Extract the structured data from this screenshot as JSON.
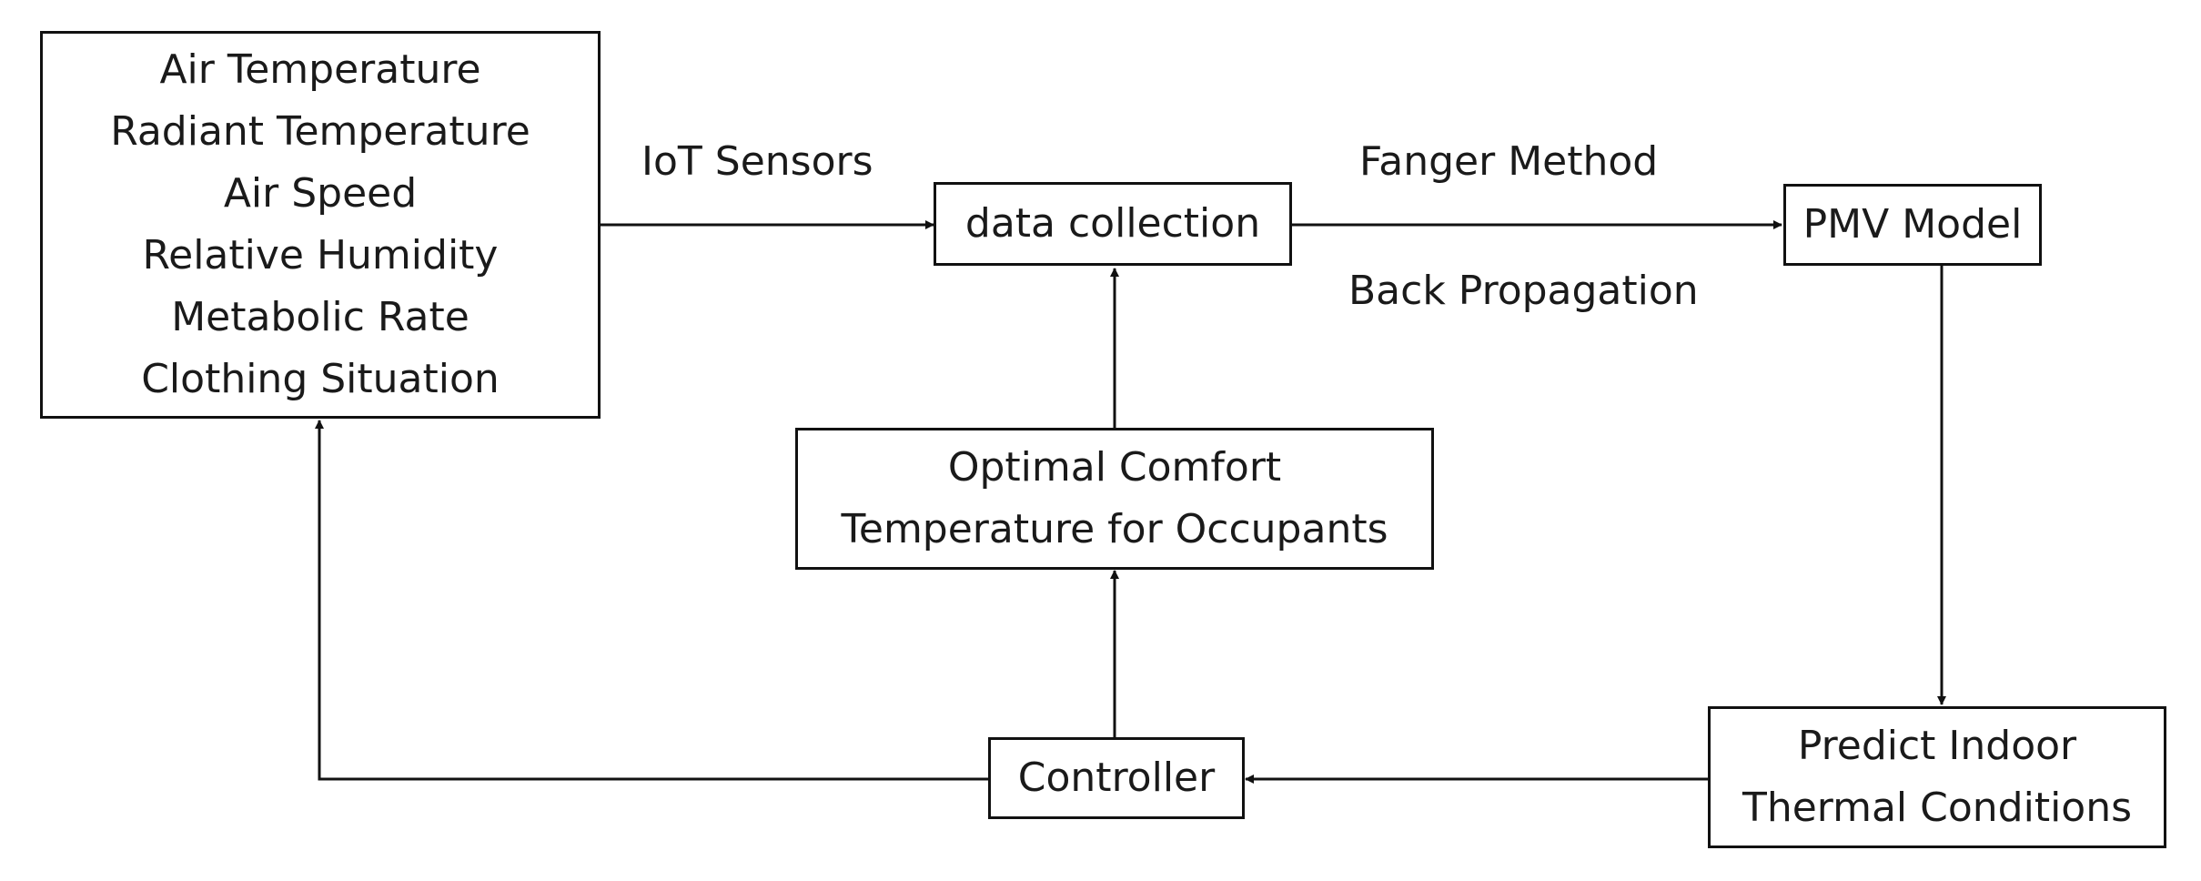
{
  "nodes": {
    "inputs": {
      "lines": [
        "Air Temperature",
        "Radiant Temperature",
        "Air Speed",
        "Relative Humidity",
        "Metabolic Rate",
        "Clothing Situation"
      ]
    },
    "data_collection": {
      "label": "data collection"
    },
    "pmv_model": {
      "label": "PMV Model"
    },
    "optimal_comfort": {
      "lines": [
        "Optimal Comfort",
        "Temperature for Occupants"
      ]
    },
    "controller": {
      "label": "Controller"
    },
    "predict": {
      "lines": [
        "Predict Indoor",
        "Thermal Conditions"
      ]
    }
  },
  "edge_labels": {
    "iot": "IoT Sensors",
    "fanger": "Fanger Method",
    "backprop": "Back Propagation"
  }
}
